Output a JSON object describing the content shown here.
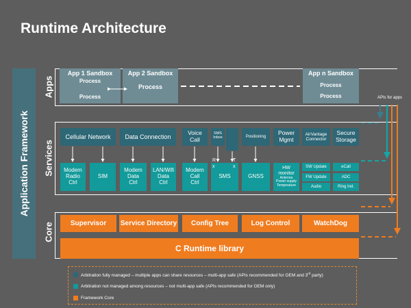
{
  "title": "Runtime Architecture",
  "framework_label": "Application  Framework",
  "rows": {
    "apps": "Apps",
    "services": "Services",
    "core": "Core"
  },
  "apps": {
    "app1": {
      "title": "App 1 Sandbox",
      "process_a": "Process",
      "process_b": "Process"
    },
    "app2": {
      "title": "App 2 Sandbox",
      "process": "Process"
    },
    "appn": {
      "title": "App n Sandbox",
      "process_a": "Process",
      "process_b": "Process"
    }
  },
  "apis_label": "APIs for apps",
  "services": {
    "cellular_network": "Cellular Network",
    "data_connection": "Data Connection",
    "voice_call": "Voice\nCall",
    "sms_inbox": "SMS\nInbox",
    "positioning": "Positioning",
    "power_mgmt": "Power\nMgmt",
    "airvantage": "AirVantage\nConnector",
    "secure_storage": "Secure\nStorage",
    "modem_radio": "Modem\nRadio\nCtrl",
    "sim": "SIM",
    "modem_data": "Modem\nData\nCtrl",
    "lan_wifi": "LAN/Wifi\nData\nCtrl",
    "modem_call": "Modem\nCall\nCtrl",
    "sms": "SMS",
    "rx": "R\nx",
    "tx": "T\nx",
    "gnss": "GNSS",
    "hw_monitor_title": "HW\nmonitor",
    "hw_monitor_sub": "Antenna\nPower supply\nTemperature",
    "sw_update": "SW Update",
    "fw_update": "FW Update",
    "audio": "Audio",
    "ecall": "eCall",
    "adc": "ADC",
    "ring_ind": "Ring Ind."
  },
  "core": {
    "supervisor": "Supervisor",
    "service_directory": "Service Directory",
    "config_tree": "Config Tree",
    "log_control": "Log Control",
    "watchdog": "WatchDog",
    "c_runtime": "C Runtime library"
  },
  "legend": {
    "dark_pre": "Arbitration fully managed – multiple apps can share resources – multi-app safe (APIs recommended for OEM and 3",
    "dark_sup": "rd",
    "dark_post": " party)",
    "teal": "Arbitration not managed among resources – not multi-app safe (APIs recommended for OEM only)",
    "orange": "Framework Core"
  },
  "colors": {
    "background": "#5d5d5d",
    "dark": "#2e6776",
    "teal": "#139a9a",
    "orange": "#f07c20",
    "framework": "#46707b",
    "sandbox": "#6f8c95"
  }
}
